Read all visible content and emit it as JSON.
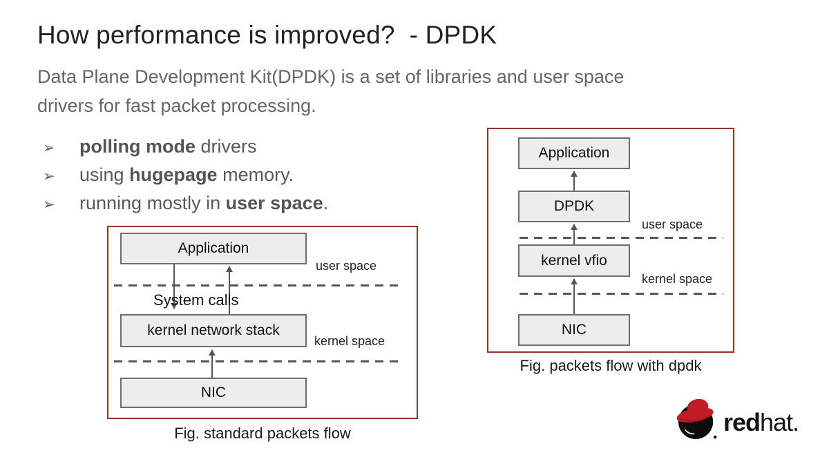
{
  "header": {
    "title": "How performance is improved?  - DPDK",
    "subtitle_line1": "Data Plane Development Kit(DPDK) is a set of libraries and user space",
    "subtitle_line2": "drivers for fast packet processing."
  },
  "bullets": [
    {
      "marker": "➢",
      "pre": "",
      "bold": "polling mode",
      "rest": " drivers"
    },
    {
      "marker": "➢",
      "pre": "using ",
      "bold": "hugepage",
      "rest": " memory."
    },
    {
      "marker": "➢",
      "pre": "running mostly in ",
      "bold": "user space",
      "rest": "."
    }
  ],
  "diagram_left": {
    "boxes": {
      "application": "Application",
      "kernel_network_stack": "kernel network stack",
      "nic": "NIC"
    },
    "labels": {
      "user_space": "user space",
      "kernel_space": "kernel space",
      "system_calls": "System calls"
    },
    "caption": "Fig. standard packets flow"
  },
  "diagram_right": {
    "boxes": {
      "application": "Application",
      "dpdk": "DPDK",
      "kernel_vfio": "kernel vfio",
      "nic": "NIC"
    },
    "labels": {
      "user_space": "user space",
      "kernel_space": "kernel space"
    },
    "caption": "Fig. packets flow with dpdk"
  },
  "logo": {
    "word_bold": "red",
    "word_light": "hat",
    "period": "."
  },
  "colors": {
    "diagram_border": "#943624",
    "box_fill": "#ededed",
    "box_border": "#6e6e6e",
    "dash_gray": "#555555",
    "body_text_gray": "#595959",
    "title_black": "#212121",
    "redhat_red": "#c21d26"
  }
}
